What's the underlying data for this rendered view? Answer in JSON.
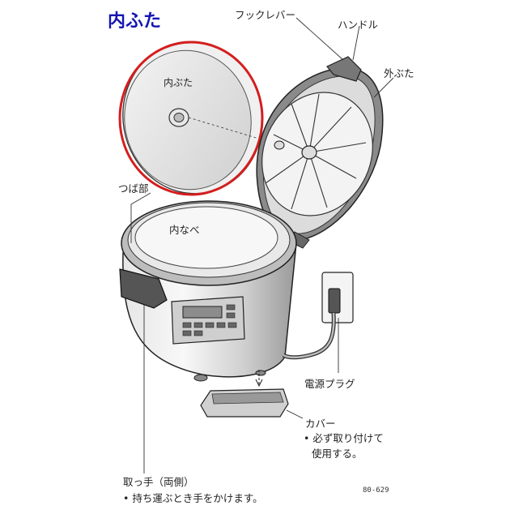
{
  "title": "内ふた",
  "highlight_color": "#d41e1e",
  "title_color": "#1414b4",
  "labels": {
    "hook_lever": "フックレバー",
    "handle": "ハンドル",
    "outer_lid": "外ぶた",
    "inner_lid": "内ぶた",
    "flange": "つば部",
    "inner_pot": "内なべ",
    "power_plug": "電源プラグ",
    "cover": "カバー",
    "cover_note_1": "• 必ず取り付けて",
    "cover_note_2": "使用する。",
    "handles_both_sides": "取っ手（両側）",
    "handles_note": "• 持ち運ぶとき手をかけます。",
    "figure_code": "80-629"
  }
}
